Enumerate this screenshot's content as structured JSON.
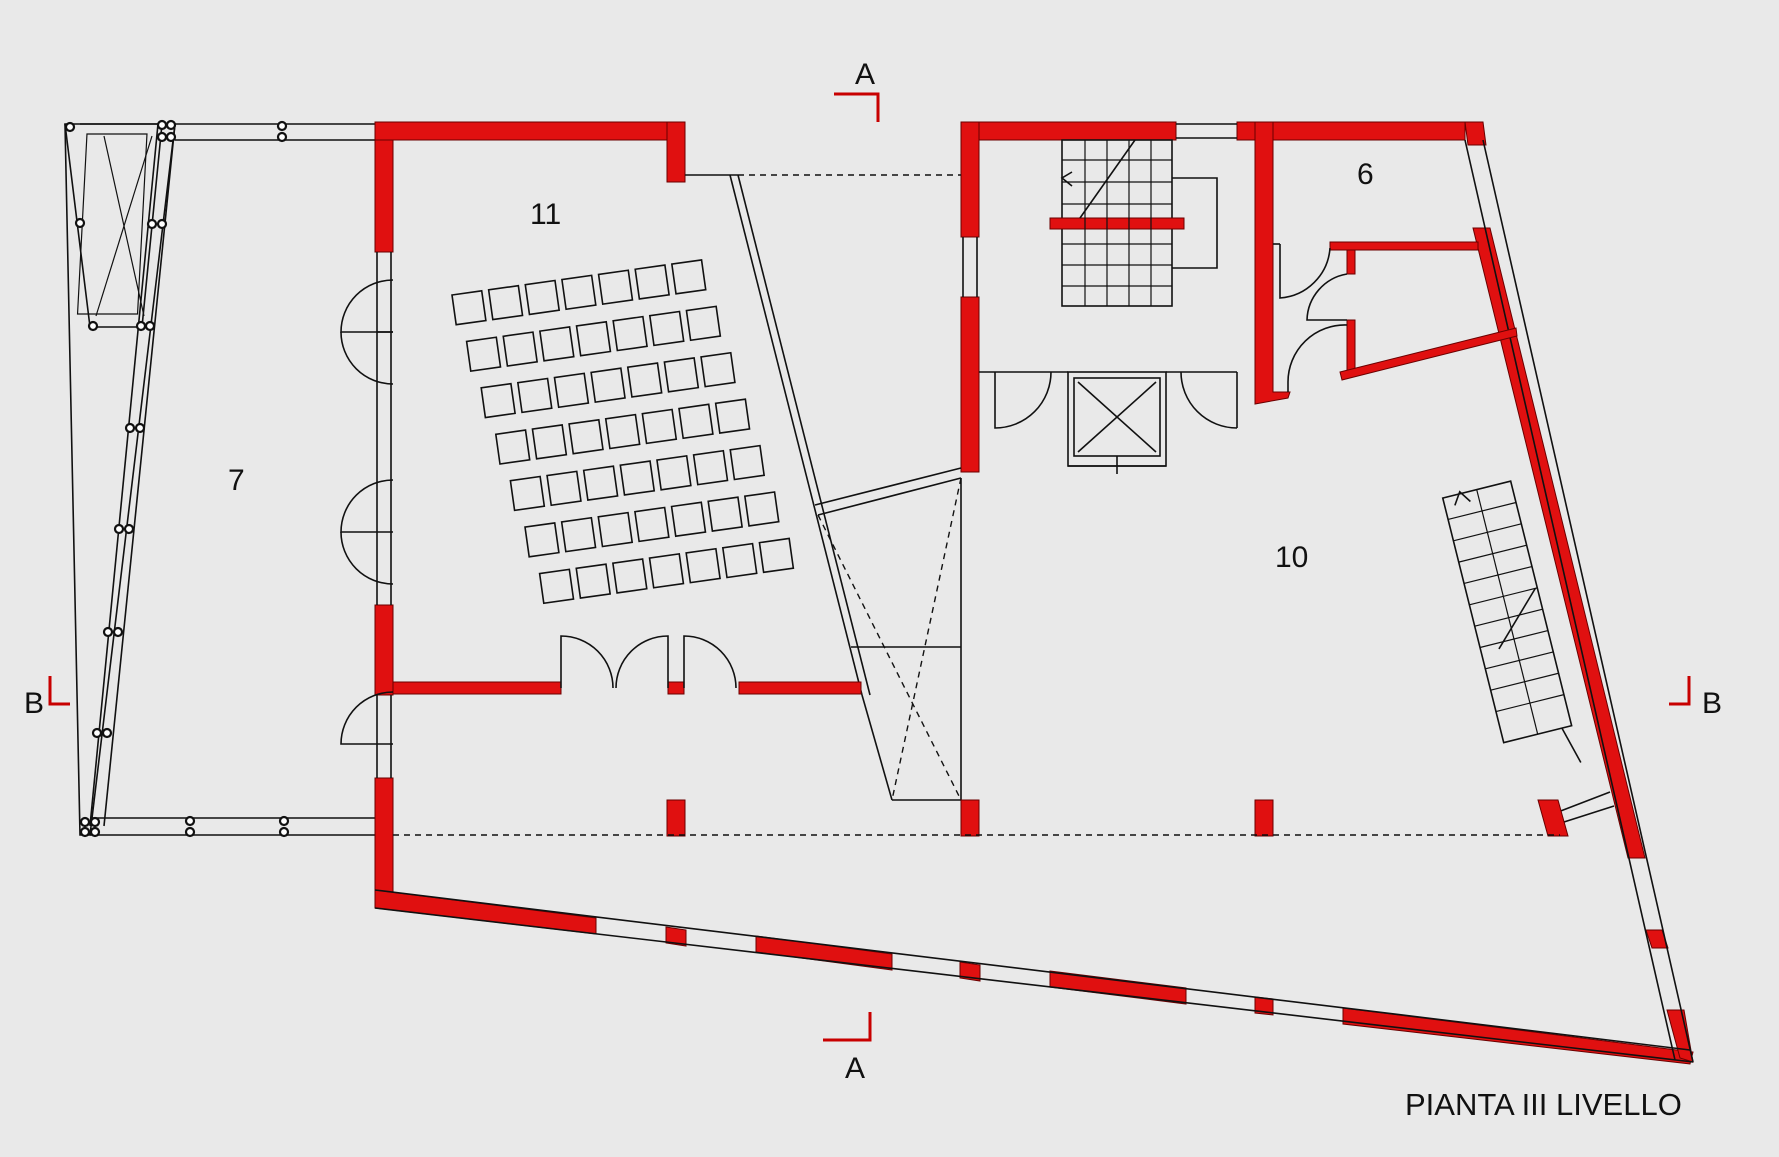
{
  "title": "PIANTA III LIVELLO",
  "rooms": {
    "r7": "7",
    "r11": "11",
    "r10": "10",
    "r6": "6"
  },
  "sections": {
    "a_top": "A",
    "a_bottom": "A",
    "b_left": "B",
    "b_right": "B"
  },
  "colors": {
    "wall": "#e01010",
    "line": "#111111",
    "background": "#e9e9e9"
  }
}
